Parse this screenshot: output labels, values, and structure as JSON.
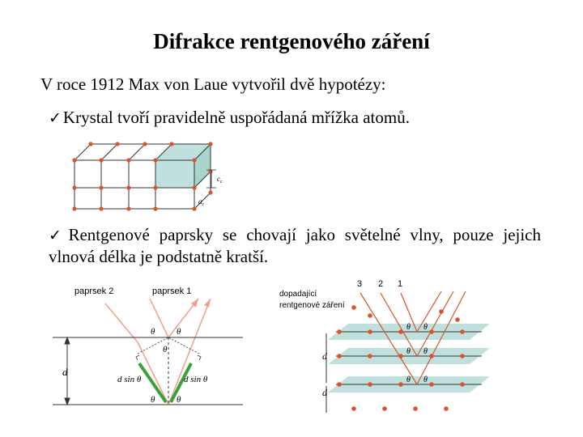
{
  "title": "Difrakce rentgenového záření",
  "intro": "V roce 1912 Max von Laue vytvořil dvě hypotézy:",
  "bullet1": "Krystal tvoří pravidelně uspořádaná mřížka atomů.",
  "bullet2": "Rentgenové paprsky se chovají jako světelné vlny, pouze jejich vlnová délka je podstatně kratší.",
  "lattice": {
    "label_c": "c",
    "label_c_sub": "c",
    "label_a": "a",
    "label_a_sub": "c"
  },
  "bragg_left": {
    "ray2": "paprsek 2",
    "ray1": "paprsek 1",
    "theta": "θ",
    "d": "d",
    "dsin": "d sin θ"
  },
  "bragg_right": {
    "label_line1": "dopadající",
    "label_line2": "rentgenové záření",
    "ray_numbers": [
      "3",
      "2",
      "1"
    ],
    "theta": "θ",
    "d": "d"
  },
  "colors": {
    "atom": "#d9542b",
    "plane": "#bfe0dc",
    "ray": "#f0a08a",
    "green": "#3aa03a"
  }
}
